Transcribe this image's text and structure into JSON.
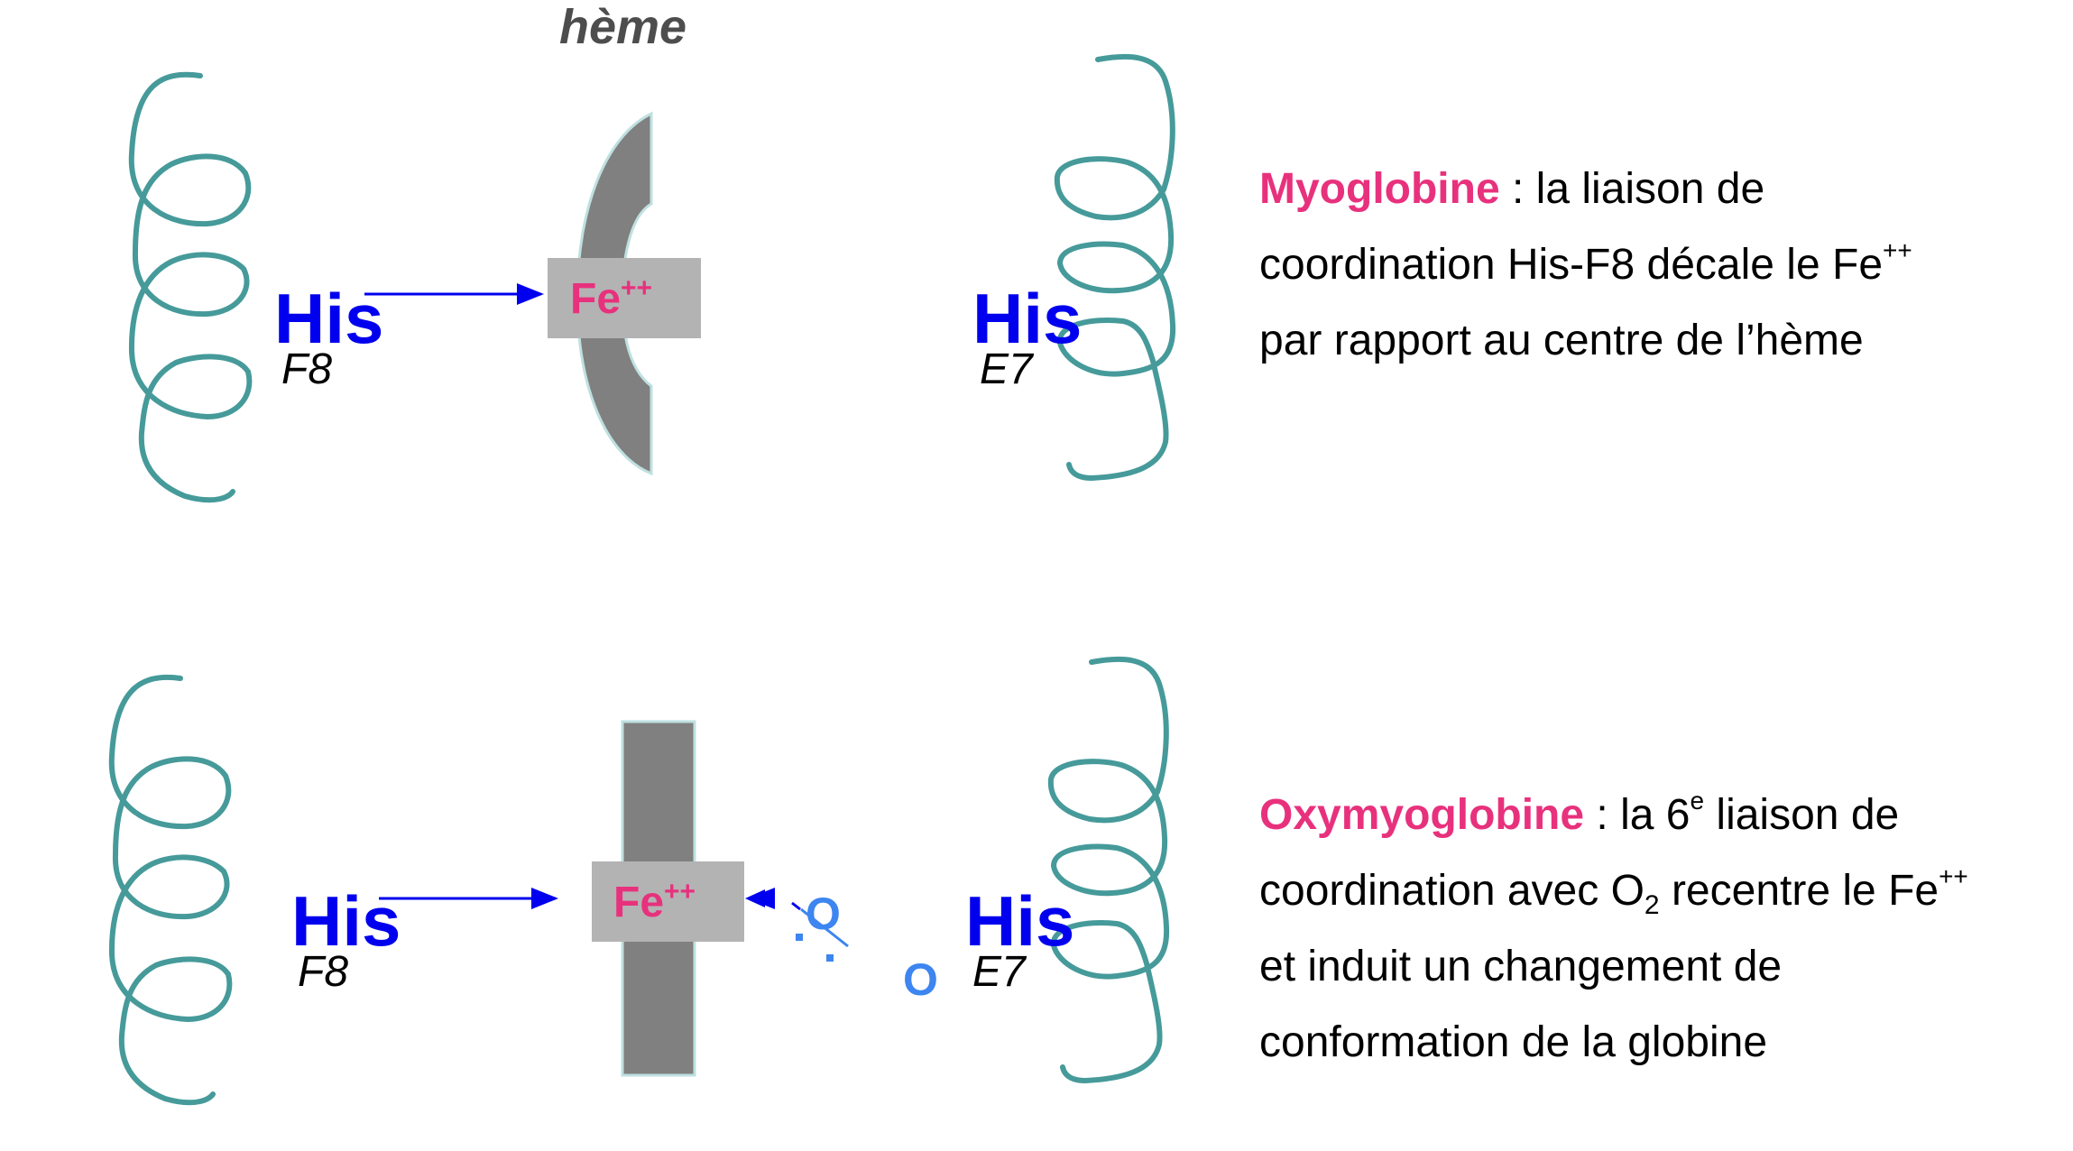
{
  "heme_label": "hème",
  "colors": {
    "helix": "#469a9a",
    "histidine": "#0000ee",
    "iron": "#e8317d",
    "oxygen": "#3d85f0",
    "heme": "#808080",
    "fe_box": "#b3b3b3",
    "term": "#e8317d"
  },
  "top_panel": {
    "his_left": {
      "name": "His",
      "position": "F8"
    },
    "iron": {
      "symbol": "Fe",
      "charge": "++"
    },
    "his_right": {
      "name": "His",
      "position": "E7"
    },
    "heme_shape": "curved (domed)",
    "description": {
      "term": "Myoglobine",
      "line1_rest": " : la liaison de",
      "line2": "coordination His-F8 décale le Fe",
      "line2_sup": "++",
      "line3": "par rapport au centre de l’hème"
    }
  },
  "bottom_panel": {
    "his_left": {
      "name": "His",
      "position": "F8"
    },
    "iron": {
      "symbol": "Fe",
      "charge": "++"
    },
    "oxygen": {
      "atom1": "O",
      "atom2": "O"
    },
    "his_right": {
      "name": "His",
      "position": "E7"
    },
    "heme_shape": "planar",
    "description": {
      "term": "Oxymyoglobine",
      "line1_mid": " : la 6",
      "line1_sup": "e",
      "line1_rest": " liaison de",
      "line2_a": "coordination avec O",
      "line2_sub": "2",
      "line2_b": " recentre le Fe",
      "line2_sup": "++",
      "line3": "et induit un changement de",
      "line4": "conformation de la globine"
    }
  }
}
